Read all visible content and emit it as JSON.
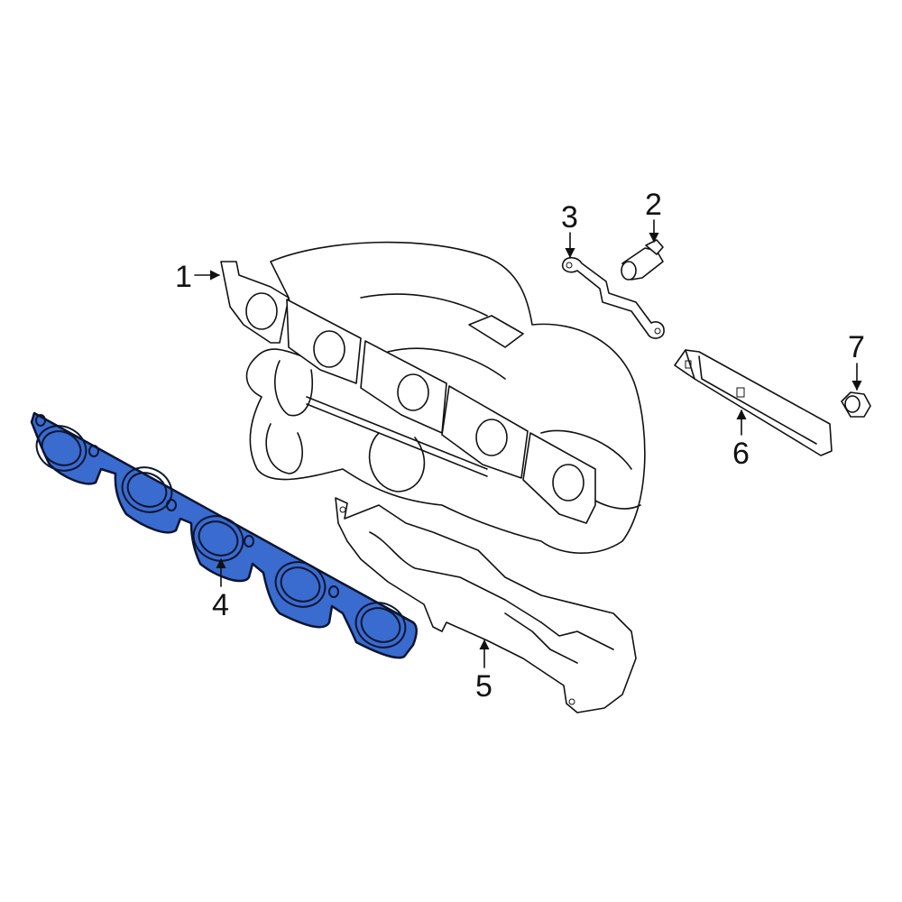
{
  "diagram": {
    "callouts": [
      {
        "id": "1",
        "label": "1"
      },
      {
        "id": "2",
        "label": "2"
      },
      {
        "id": "3",
        "label": "3"
      },
      {
        "id": "4",
        "label": "4"
      },
      {
        "id": "5",
        "label": "5"
      },
      {
        "id": "6",
        "label": "6"
      },
      {
        "id": "7",
        "label": "7"
      }
    ],
    "highlight_part": "4",
    "colors": {
      "highlight": "#3a6bcf",
      "line": "#111111",
      "background": "#ffffff"
    }
  }
}
